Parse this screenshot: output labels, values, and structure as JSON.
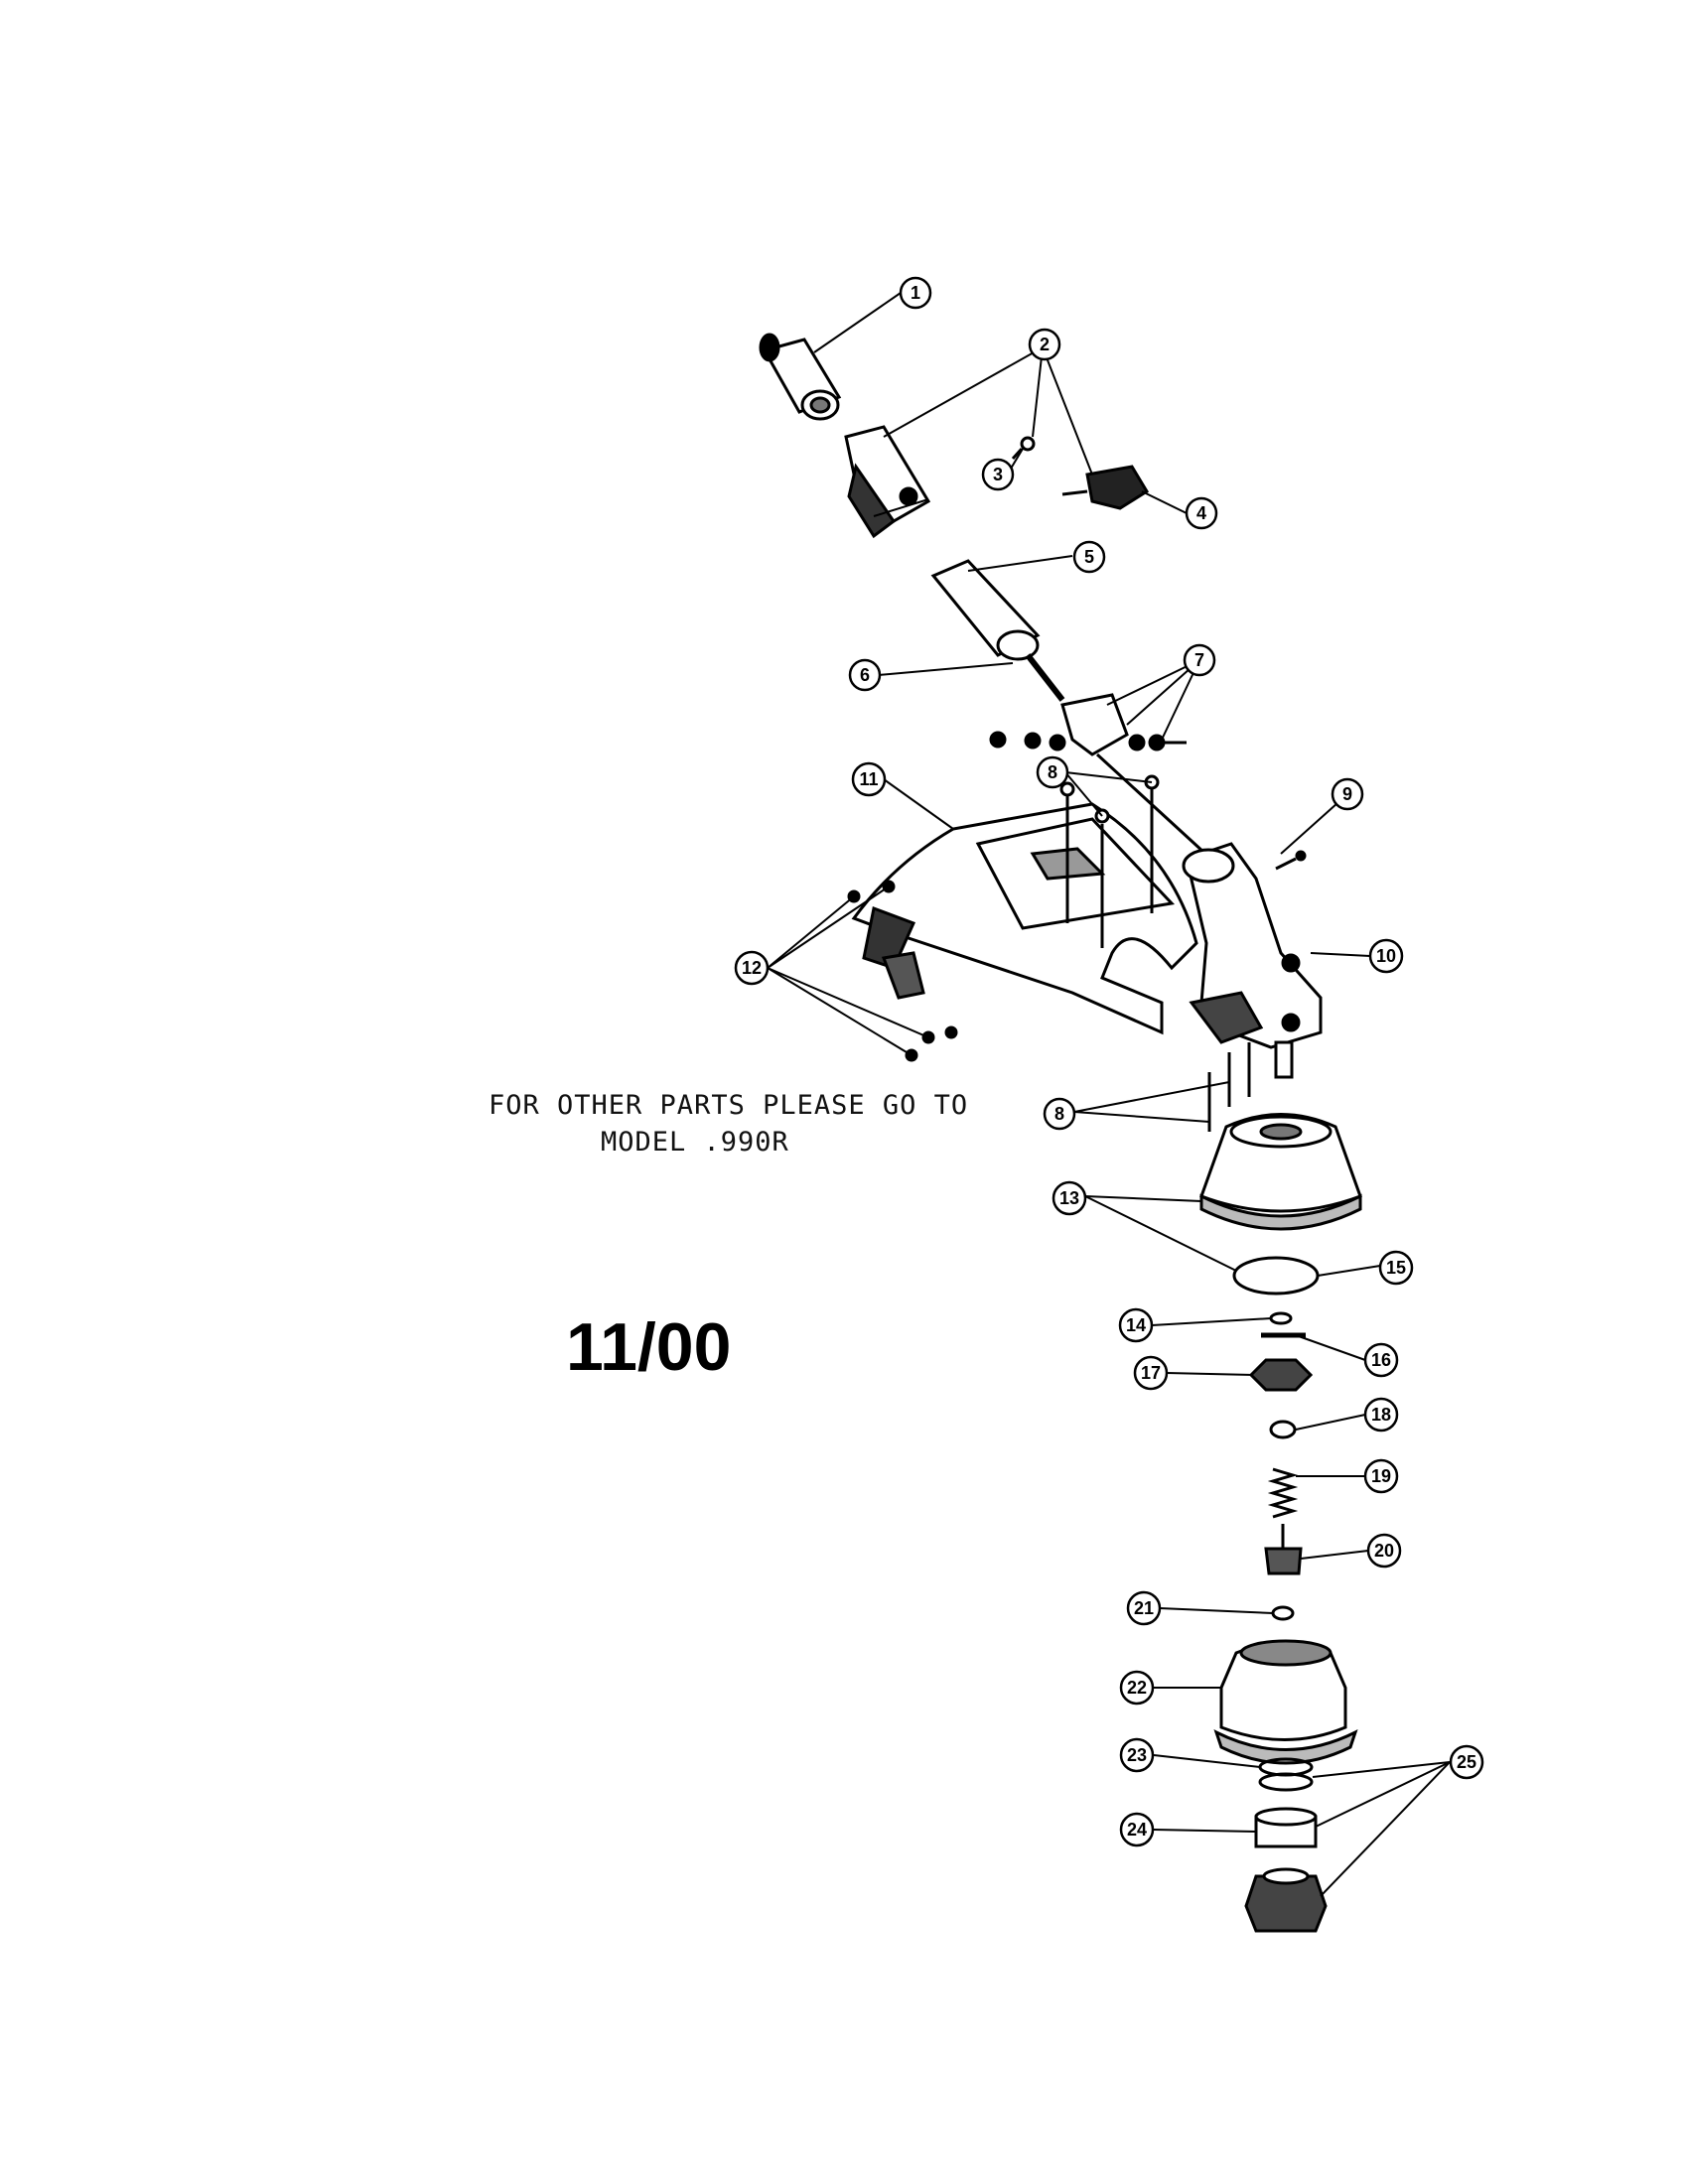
{
  "note": {
    "line1": "FOR OTHER PARTS PLEASE GO TO",
    "line2": "MODEL .990R"
  },
  "date_code": "11/00",
  "callouts": [
    "1",
    "2",
    "3",
    "4",
    "5",
    "6",
    "7",
    "8",
    "9",
    "10",
    "11",
    "12",
    "13",
    "14",
    "15",
    "16",
    "17",
    "18",
    "19",
    "20",
    "21",
    "22",
    "23",
    "24",
    "25"
  ],
  "colors": {
    "ink": "#000000",
    "paper": "#ffffff",
    "shade": "#bbbbbb"
  }
}
